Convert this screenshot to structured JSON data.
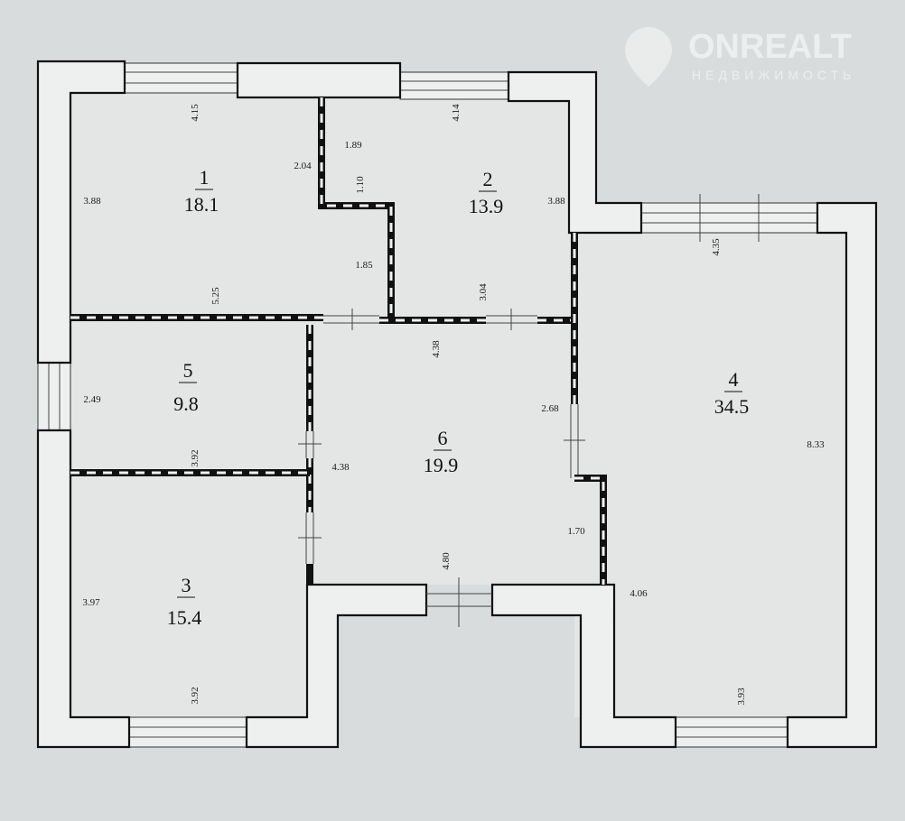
{
  "watermark": {
    "brand": "ONREALT",
    "subtitle": "НЕДВИЖИМОСТЬ"
  },
  "rooms": [
    {
      "number": "1",
      "area": "18.1"
    },
    {
      "number": "2",
      "area": "13.9"
    },
    {
      "number": "3",
      "area": "15.4"
    },
    {
      "number": "4",
      "area": "34.5"
    },
    {
      "number": "5",
      "area": "9.8"
    },
    {
      "number": "6",
      "area": "19.9"
    }
  ],
  "dimensions": [
    "4.15",
    "3.88",
    "2.04",
    "1.89",
    "1.10",
    "4.14",
    "3.88",
    "1.85",
    "5.25",
    "3.04",
    "4.35",
    "4.38",
    "2.49",
    "2.68",
    "3.92",
    "4.38",
    "8.33",
    "1.70",
    "4.80",
    "4.06",
    "3.97",
    "3.92",
    "3.93"
  ]
}
